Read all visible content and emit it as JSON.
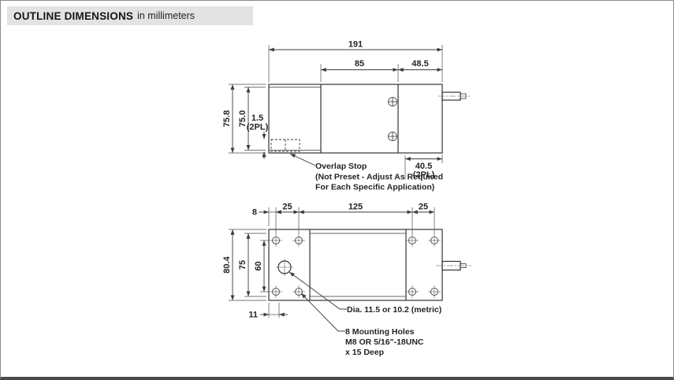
{
  "header": {
    "title": "OUTLINE DIMENSIONS",
    "subtitle": "in millimeters"
  },
  "colors": {
    "line": "#3c3c3c",
    "text": "#242424",
    "header_bg": "#e3e3e3",
    "page_bg": "#ffffff"
  },
  "side_view": {
    "dims": {
      "overall_length": "191",
      "mid_section_length": "85",
      "end_section_length": "48.5",
      "overall_height": "75.8",
      "inner_height": "75.0",
      "gap": "1.5",
      "gap_places": "(2PL)",
      "end_width": "40.5",
      "end_width_places": "(2PL)"
    },
    "overlap_note": [
      "Overlap Stop",
      "(Not Preset - Adjust As Required",
      "For Each Specific Application)"
    ]
  },
  "plan_view": {
    "dims": {
      "edge_to_hole": "8",
      "hole_pitch_left": "25",
      "center_span": "125",
      "hole_pitch_right": "25",
      "overall_width": "80.4",
      "body_width": "75",
      "hole_row_span": "60",
      "bottom_offset": "11"
    },
    "hole_dia_note": "Dia. 11.5 or 10.2 (metric)",
    "mounting_note": [
      "8 Mounting Holes",
      "M8 OR 5/16\"-18UNC",
      "x 15 Deep"
    ]
  }
}
